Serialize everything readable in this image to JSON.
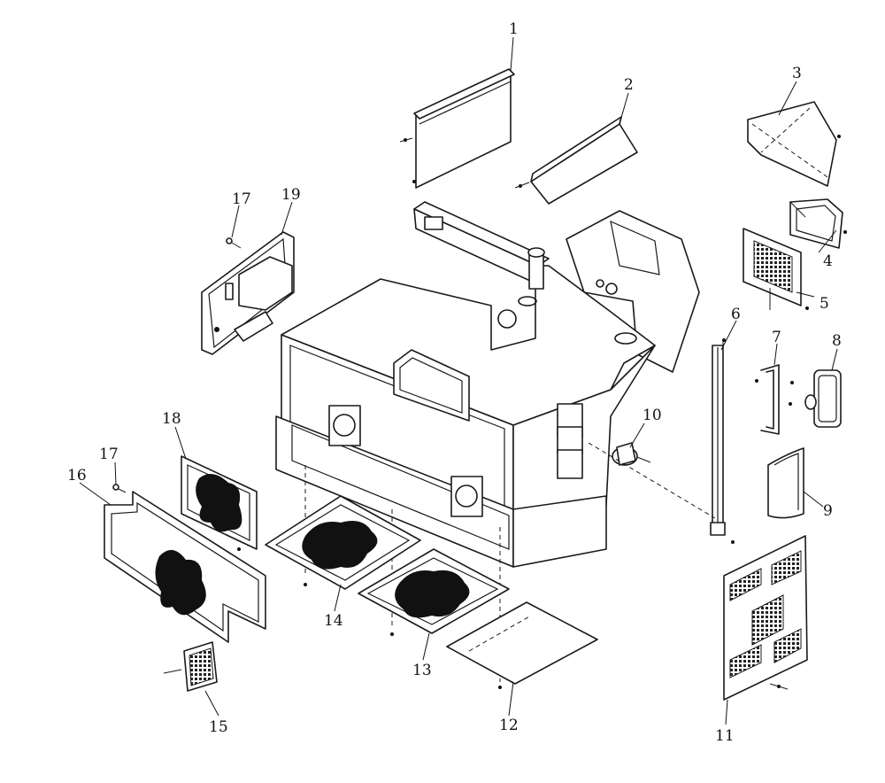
{
  "callouts": [
    {
      "id": "1",
      "label": "1"
    },
    {
      "id": "2",
      "label": "2"
    },
    {
      "id": "3",
      "label": "3"
    },
    {
      "id": "4",
      "label": "4"
    },
    {
      "id": "5",
      "label": "5"
    },
    {
      "id": "6",
      "label": "6"
    },
    {
      "id": "7",
      "label": "7"
    },
    {
      "id": "8",
      "label": "8"
    },
    {
      "id": "9",
      "label": "9"
    },
    {
      "id": "10",
      "label": "10"
    },
    {
      "id": "11",
      "label": "11"
    },
    {
      "id": "12",
      "label": "12"
    },
    {
      "id": "13",
      "label": "13"
    },
    {
      "id": "14",
      "label": "14"
    },
    {
      "id": "15",
      "label": "15"
    },
    {
      "id": "16",
      "label": "16"
    },
    {
      "id": "17a",
      "label": "17"
    },
    {
      "id": "17b",
      "label": "17"
    },
    {
      "id": "18",
      "label": "18"
    },
    {
      "id": "19",
      "label": "19"
    }
  ]
}
